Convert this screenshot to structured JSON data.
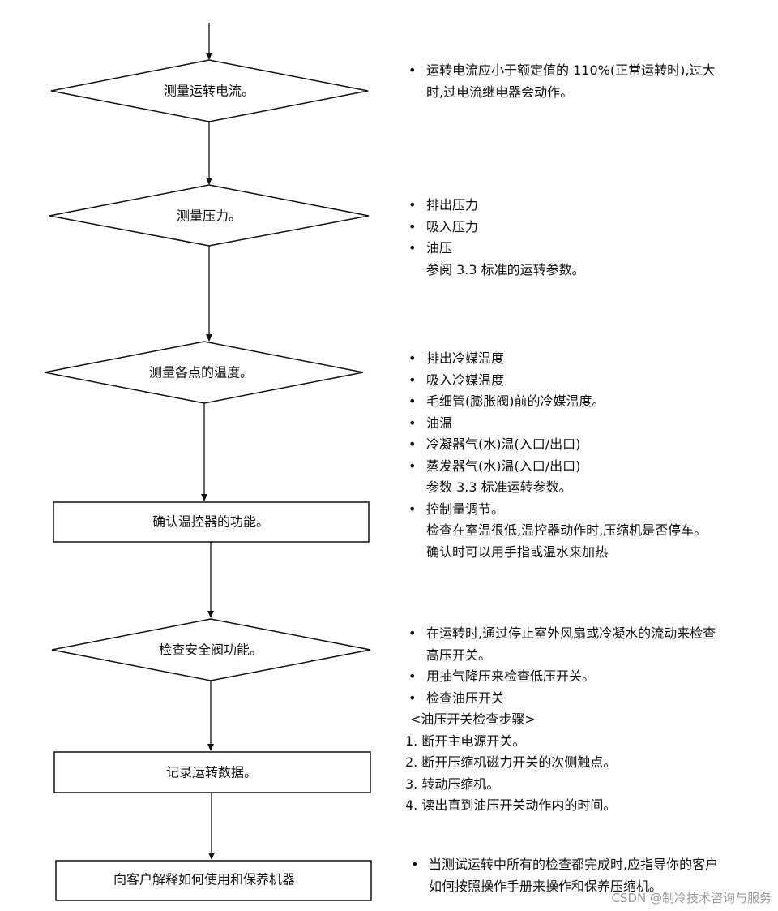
{
  "flow": {
    "steps": [
      {
        "shape": "diamond",
        "label": "测量运转电流。"
      },
      {
        "shape": "diamond",
        "label": "测量压力。"
      },
      {
        "shape": "diamond",
        "label": "测量各点的温度。"
      },
      {
        "shape": "rect",
        "label": "确认温控器的功能。"
      },
      {
        "shape": "diamond",
        "label": "检查安全阀功能。"
      },
      {
        "shape": "rect",
        "label": "记录运转数据。"
      },
      {
        "shape": "rect",
        "label": "向客户解释如何使用和保养机器"
      }
    ]
  },
  "notes": [
    {
      "lines": [
        {
          "type": "bullet",
          "text": "运转电流应小于额定值的 110%(正常运转时),过大"
        },
        {
          "type": "indent",
          "text": "时,过电流继电器会动作。"
        }
      ]
    },
    {
      "lines": [
        {
          "type": "bullet",
          "text": "排出压力"
        },
        {
          "type": "bullet",
          "text": "吸入压力"
        },
        {
          "type": "bullet",
          "text": "油压"
        },
        {
          "type": "indent",
          "text": "参阅 3.3 标准的运转参数。"
        }
      ]
    },
    {
      "lines": [
        {
          "type": "bullet",
          "text": "排出冷媒温度"
        },
        {
          "type": "bullet",
          "text": "吸入冷媒温度"
        },
        {
          "type": "bullet",
          "text": "毛细管(膨胀阀)前的冷媒温度。"
        },
        {
          "type": "bullet",
          "text": "油温"
        },
        {
          "type": "bullet",
          "text": "冷凝器气(水)温(入口/出口)"
        },
        {
          "type": "bullet",
          "text": "蒸发器气(水)温(入口/出口)"
        },
        {
          "type": "indent",
          "text": "参数 3.3 标准运转参数。"
        },
        {
          "type": "bullet",
          "text": "控制量调节。"
        },
        {
          "type": "indent",
          "text": "检查在室温很低,温控器动作时,压缩机是否停车。"
        },
        {
          "type": "indent",
          "text": "确认时可以用手指或温水来加热"
        }
      ]
    },
    {
      "lines": [
        {
          "type": "bullet",
          "text": "在运转时,通过停止室外风扇或冷凝水的流动来检查"
        },
        {
          "type": "indent",
          "text": "高压开关。"
        },
        {
          "type": "bullet",
          "text": "用抽气降压来检查低压开关。"
        },
        {
          "type": "bullet",
          "text": "检查油压开关"
        },
        {
          "type": "plain",
          "text": "<油压开关检查步骤>"
        },
        {
          "type": "step",
          "text": "1. 断开主电源开关。"
        },
        {
          "type": "step",
          "text": "2. 断开压缩机磁力开关的次侧触点。"
        },
        {
          "type": "step",
          "text": "3. 转动压缩机。"
        },
        {
          "type": "step",
          "text": "4. 读出直到油压开关动作内的时间。"
        }
      ]
    },
    {
      "lines": [
        {
          "type": "bullet",
          "text": "当测试运转中所有的检查都完成时,应指导你的客户"
        },
        {
          "type": "indent",
          "text": "如何按照操作手册来操作和保养压缩机。"
        }
      ]
    }
  ],
  "watermark": "CSDN @制冷技术咨询与服务"
}
